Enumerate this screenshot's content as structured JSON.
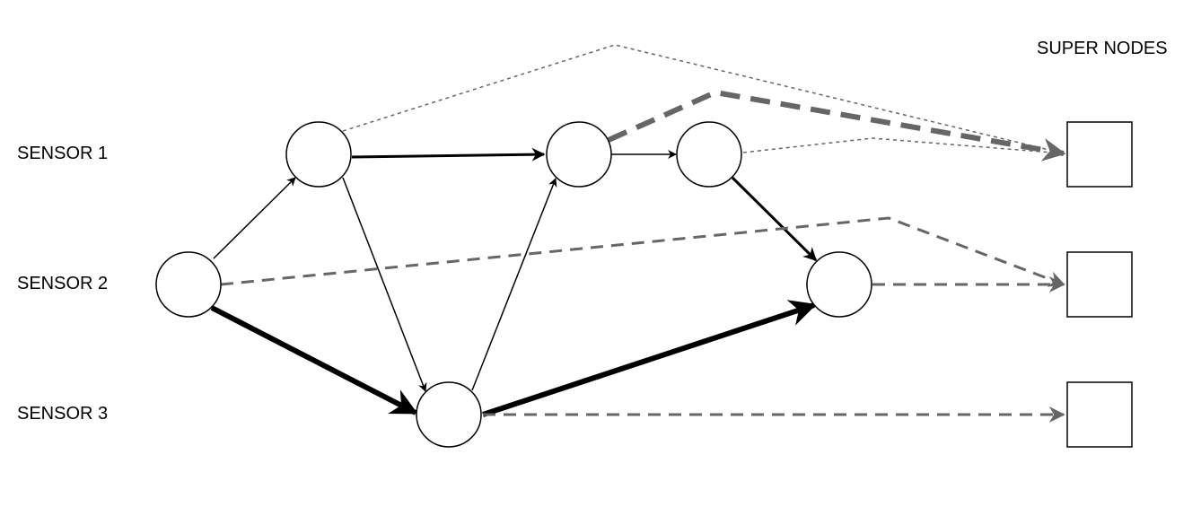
{
  "labels": {
    "sensor_1": "SENSOR 1",
    "sensor_2": "SENSOR 2",
    "sensor_3": "SENSOR 3",
    "super_nodes": "SUPER NODES"
  },
  "colors": {
    "solid_edge": "#000000",
    "dashed_edge": "#666666",
    "node_stroke": "#000000",
    "node_fill": "#ffffff"
  },
  "nodes": [
    {
      "id": "s2-source",
      "shape": "circle",
      "row": "SENSOR 2"
    },
    {
      "id": "s1-a",
      "shape": "circle",
      "row": "SENSOR 1"
    },
    {
      "id": "s1-b",
      "shape": "circle",
      "row": "SENSOR 1"
    },
    {
      "id": "s1-c",
      "shape": "circle",
      "row": "SENSOR 1"
    },
    {
      "id": "s2-d",
      "shape": "circle",
      "row": "SENSOR 2"
    },
    {
      "id": "s3-e",
      "shape": "circle",
      "row": "SENSOR 3"
    },
    {
      "id": "super-1",
      "shape": "square",
      "row": "SENSOR 1"
    },
    {
      "id": "super-2",
      "shape": "square",
      "row": "SENSOR 2"
    },
    {
      "id": "super-3",
      "shape": "square",
      "row": "SENSOR 3"
    }
  ],
  "edges": [
    {
      "from": "s2-source",
      "to": "s1-a",
      "style": "solid",
      "weight": "thin"
    },
    {
      "from": "s2-source",
      "to": "s3-e",
      "style": "solid",
      "weight": "heavy"
    },
    {
      "from": "s1-a",
      "to": "s1-b",
      "style": "solid",
      "weight": "medium"
    },
    {
      "from": "s1-a",
      "to": "s3-e",
      "style": "solid",
      "weight": "thin"
    },
    {
      "from": "s3-e",
      "to": "s1-b",
      "style": "solid",
      "weight": "thin"
    },
    {
      "from": "s1-b",
      "to": "s1-c",
      "style": "solid",
      "weight": "thin"
    },
    {
      "from": "s1-c",
      "to": "s2-d",
      "style": "solid",
      "weight": "medium"
    },
    {
      "from": "s3-e",
      "to": "s2-d",
      "style": "solid",
      "weight": "heavy"
    },
    {
      "from": "s1-a",
      "to": "super-1",
      "style": "dashed",
      "weight": "thin"
    },
    {
      "from": "s1-b",
      "to": "super-1",
      "style": "dashed",
      "weight": "heavy"
    },
    {
      "from": "s1-c",
      "to": "super-1",
      "style": "dashed",
      "weight": "thin"
    },
    {
      "from": "s2-source",
      "to": "super-2",
      "style": "dashed",
      "weight": "medium"
    },
    {
      "from": "s2-d",
      "to": "super-2",
      "style": "dashed",
      "weight": "medium"
    },
    {
      "from": "s3-e",
      "to": "super-3",
      "style": "dashed",
      "weight": "medium"
    }
  ]
}
